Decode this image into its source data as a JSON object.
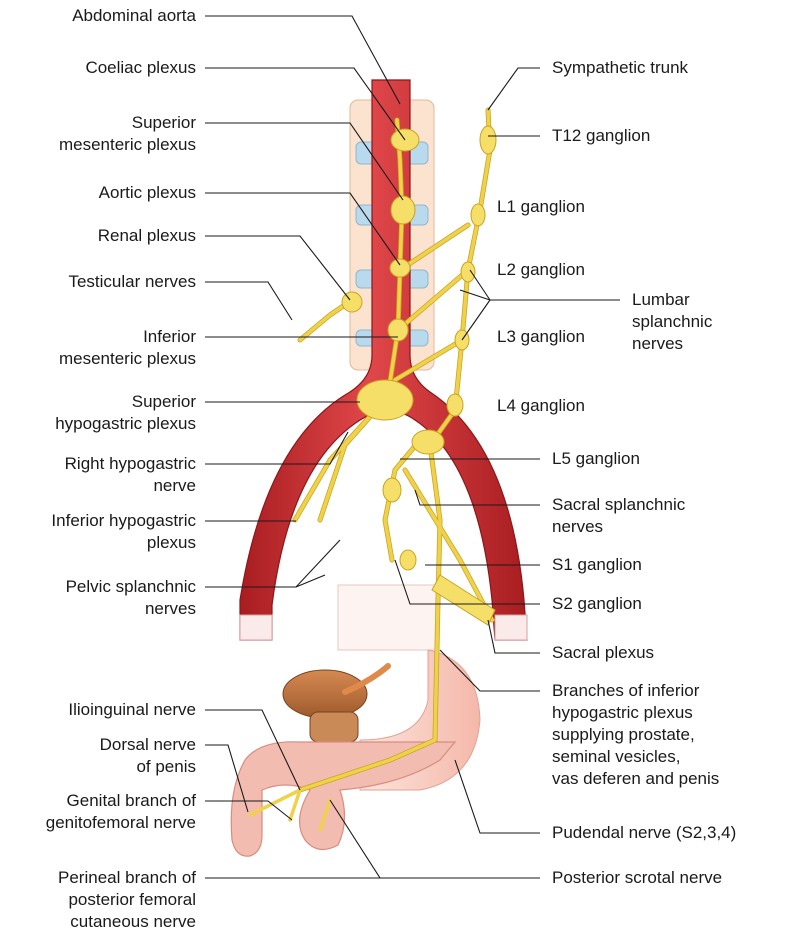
{
  "labels_left": [
    {
      "key": "abdominal_aorta",
      "lines": [
        "Abdominal aorta"
      ]
    },
    {
      "key": "coeliac_plexus",
      "lines": [
        "Coeliac plexus"
      ]
    },
    {
      "key": "superior_mesenteric_plexus",
      "lines": [
        "Superior",
        "mesenteric plexus"
      ]
    },
    {
      "key": "aortic_plexus",
      "lines": [
        "Aortic plexus"
      ]
    },
    {
      "key": "renal_plexus",
      "lines": [
        "Renal plexus"
      ]
    },
    {
      "key": "testicular_nerves",
      "lines": [
        "Testicular nerves"
      ]
    },
    {
      "key": "inferior_mesenteric_plexus",
      "lines": [
        "Inferior",
        "mesenteric plexus"
      ]
    },
    {
      "key": "superior_hypogastric_plexus",
      "lines": [
        "Superior",
        "hypogastric plexus"
      ]
    },
    {
      "key": "right_hypogastric_nerve",
      "lines": [
        "Right hypogastric",
        "nerve"
      ]
    },
    {
      "key": "inferior_hypogastric_plexus",
      "lines": [
        "Inferior hypogastric",
        "plexus"
      ]
    },
    {
      "key": "pelvic_splanchnic_nerves",
      "lines": [
        "Pelvic splanchnic",
        "nerves"
      ]
    },
    {
      "key": "ilioinguinal_nerve",
      "lines": [
        "Ilioinguinal nerve"
      ]
    },
    {
      "key": "dorsal_nerve_of_penis",
      "lines": [
        "Dorsal nerve",
        "of penis"
      ]
    },
    {
      "key": "genital_branch",
      "lines": [
        "Genital branch of",
        "genitofemoral nerve"
      ]
    },
    {
      "key": "perineal_branch",
      "lines": [
        "Perineal branch of",
        "posterior femoral",
        "cutaneous nerve"
      ]
    }
  ],
  "labels_right": [
    {
      "key": "sympathetic_trunk",
      "lines": [
        "Sympathetic trunk"
      ]
    },
    {
      "key": "t12_ganglion",
      "lines": [
        "T12 ganglion"
      ]
    },
    {
      "key": "l1_ganglion",
      "lines": [
        "L1 ganglion"
      ]
    },
    {
      "key": "l2_ganglion",
      "lines": [
        "L2 ganglion"
      ]
    },
    {
      "key": "lumbar_splanchnic_nerves",
      "lines": [
        "Lumbar",
        "splanchnic",
        "nerves"
      ]
    },
    {
      "key": "l3_ganglion",
      "lines": [
        "L3 ganglion"
      ]
    },
    {
      "key": "l4_ganglion",
      "lines": [
        "L4 ganglion"
      ]
    },
    {
      "key": "l5_ganglion",
      "lines": [
        "L5 ganglion"
      ]
    },
    {
      "key": "sacral_splanchnic_nerves",
      "lines": [
        "Sacral splanchnic",
        "nerves"
      ]
    },
    {
      "key": "s1_ganglion",
      "lines": [
        "S1 ganglion"
      ]
    },
    {
      "key": "s2_ganglion",
      "lines": [
        "S2 ganglion"
      ]
    },
    {
      "key": "sacral_plexus",
      "lines": [
        "Sacral plexus"
      ]
    },
    {
      "key": "branches_inferior_hypogastric",
      "lines": [
        "Branches of inferior",
        "hypogastric plexus",
        "supplying prostate,",
        "seminal vesicles,",
        "vas deferen and penis"
      ]
    },
    {
      "key": "pudendal_nerve",
      "lines": [
        "Pudendal nerve (S2,3,4)"
      ]
    },
    {
      "key": "posterior_scrotal_nerve",
      "lines": [
        "Posterior scrotal nerve"
      ]
    }
  ],
  "colors": {
    "aorta": "#c8282b",
    "aorta_highlight": "#e56a6a",
    "nerve": "#f6df68",
    "nerve_outline": "#c9a320",
    "vertebra": "#fbe3d0",
    "disc": "#b9d9ec",
    "prostate": "#c47a45",
    "penis": "#f2b3a8"
  }
}
